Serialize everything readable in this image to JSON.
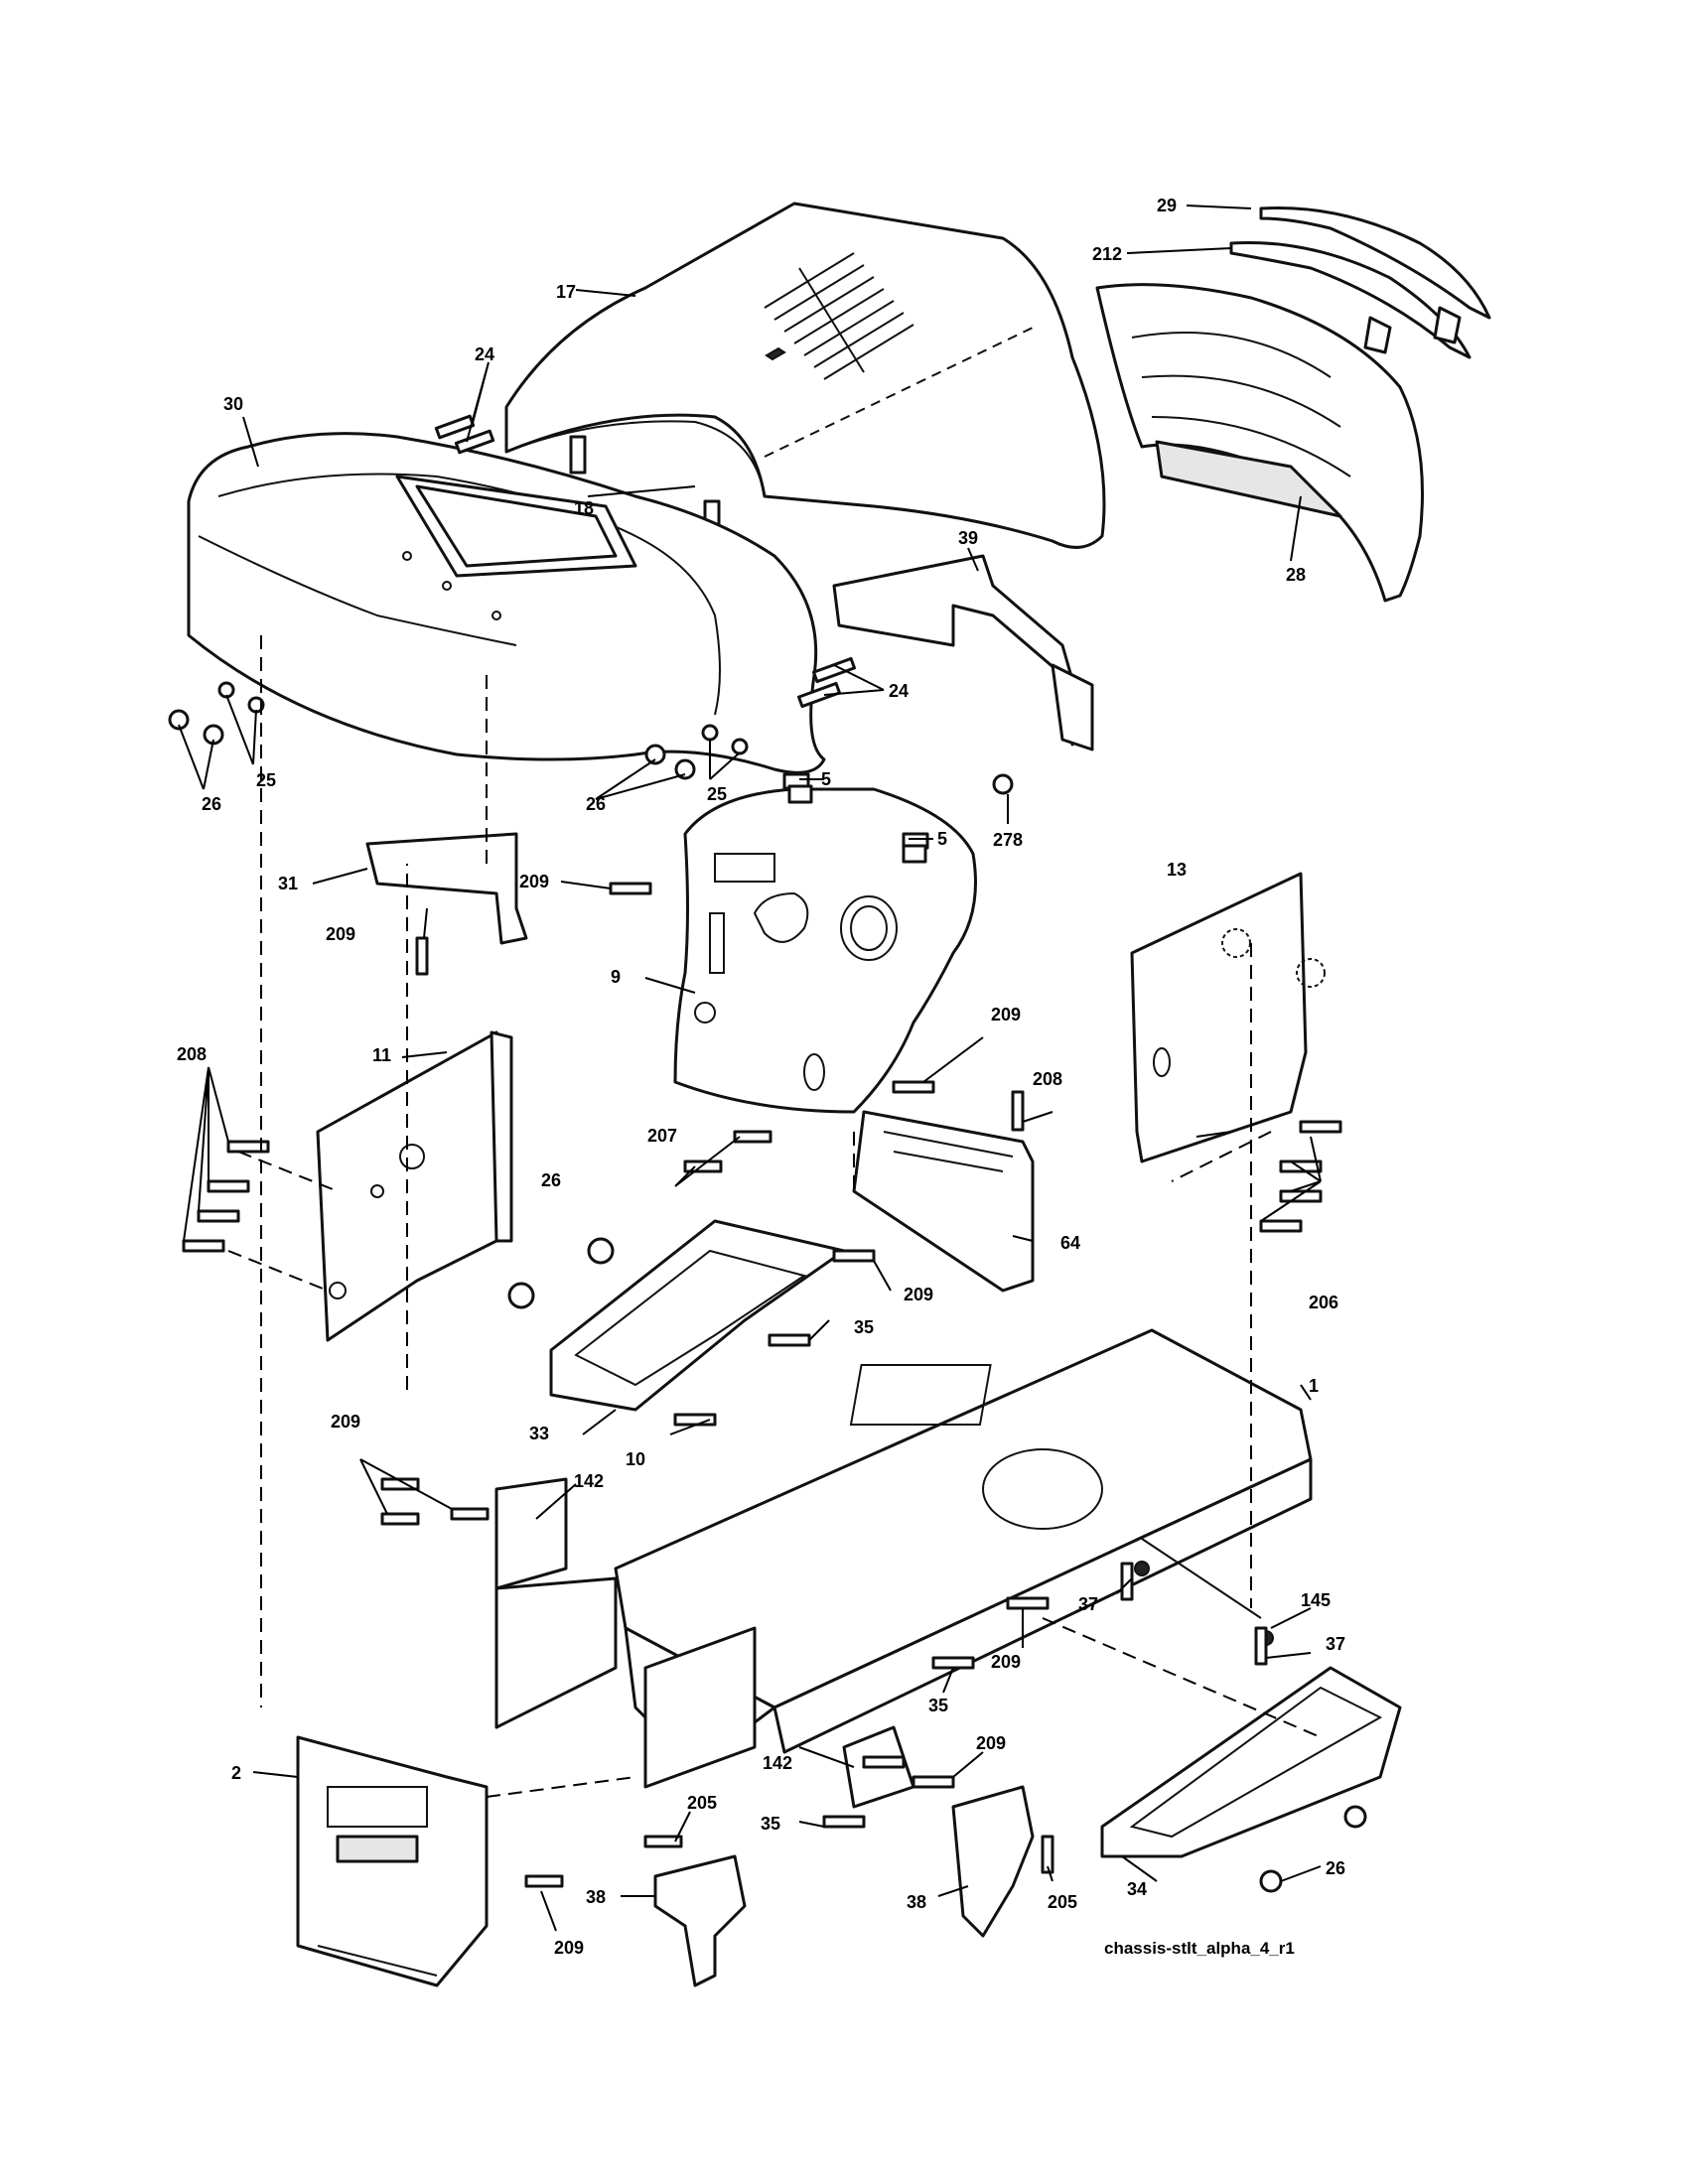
{
  "diagram": {
    "caption": "chassis-stlt_alpha_4_r1",
    "callouts": {
      "c29": "29",
      "c212": "212",
      "c17": "17",
      "c24a": "24",
      "c30": "30",
      "c18": "18",
      "c39": "39",
      "c28": "28",
      "c24b": "24",
      "c26a": "26",
      "c25a": "25",
      "c26b": "26",
      "c25b": "25",
      "c5a": "5",
      "c5b": "5",
      "c278": "278",
      "c31": "31",
      "c209a": "209",
      "c209b": "209",
      "c13": "13",
      "c9": "9",
      "c209c": "209",
      "c208a": "208",
      "c11": "11",
      "c208b": "208",
      "c207": "207",
      "c26c": "26",
      "c64": "64",
      "c209d": "209",
      "c206": "206",
      "c35a": "35",
      "c33": "33",
      "c10": "10",
      "c1": "1",
      "c209e": "209",
      "c142a": "142",
      "c37a": "37",
      "c145": "145",
      "c37b": "37",
      "c209f": "209",
      "c35b": "35",
      "c2": "2",
      "c142b": "142",
      "c209g": "209",
      "c205a": "205",
      "c35c": "35",
      "c34": "34",
      "c26d": "26",
      "c38a": "38",
      "c38b": "38",
      "c205b": "205",
      "c209h": "209"
    }
  }
}
